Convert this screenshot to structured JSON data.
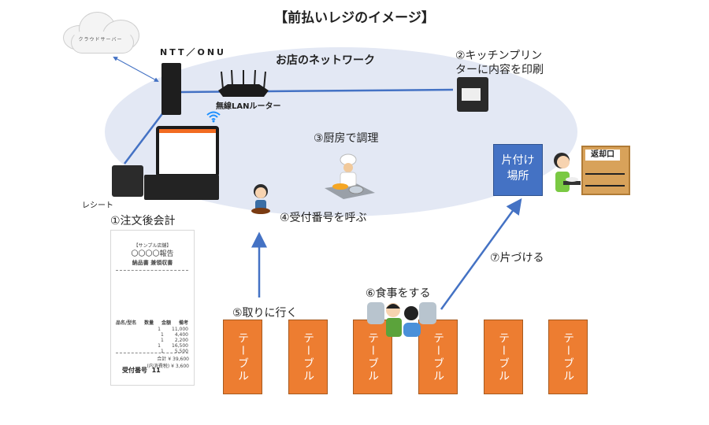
{
  "title": "【前払いレジのイメージ】",
  "cloud": {
    "label": "クラウドサーバー"
  },
  "network": {
    "label": "お店のネットワーク"
  },
  "devices": {
    "onu_label": "NTT／ONU",
    "router_label": "無線LANルーター",
    "receipt_printer_label": "レシート"
  },
  "steps": {
    "s1": "①注文後会計",
    "s2_line1": "②キッチンプリン",
    "s2_line2": "ターに内容を印刷",
    "s3": "③厨房で調理",
    "s4": "④受付番号を呼ぶ",
    "s5": "⑤取りに行く",
    "s6": "⑥食事をする",
    "s7": "⑦片づける"
  },
  "tidy_area": {
    "line1": "片付け",
    "line2": "場所"
  },
  "return_shelf": {
    "sign": "返却口"
  },
  "receipt": {
    "shop_header": "【サンプル店舗】",
    "shop_name": "〇〇〇〇報告",
    "doc_title": "納品書 兼領収書",
    "columns": [
      "品名/型名",
      "数量",
      "金額",
      "備考"
    ],
    "items": [
      {
        "qty": "1",
        "amount": "11,000"
      },
      {
        "qty": "1",
        "amount": "4,400"
      },
      {
        "qty": "1",
        "amount": "2,200"
      },
      {
        "qty": "1",
        "amount": "16,500"
      },
      {
        "qty": "1",
        "amount": "5,500"
      }
    ],
    "total_label": "合計",
    "total": "¥ 39,600",
    "tax_label": "(内消費税)",
    "tax": "¥ 3,600",
    "reception_no_label": "受付番号",
    "reception_no": "11"
  },
  "tables": [
    "テーブル",
    "テーブル",
    "テーブル",
    "テーブル",
    "テーブル",
    "テーブル"
  ],
  "colors": {
    "network_bg": "#e3e8f4",
    "line": "#4472c4",
    "table": "#ed7d31",
    "tidy_box": "#4472c4"
  }
}
